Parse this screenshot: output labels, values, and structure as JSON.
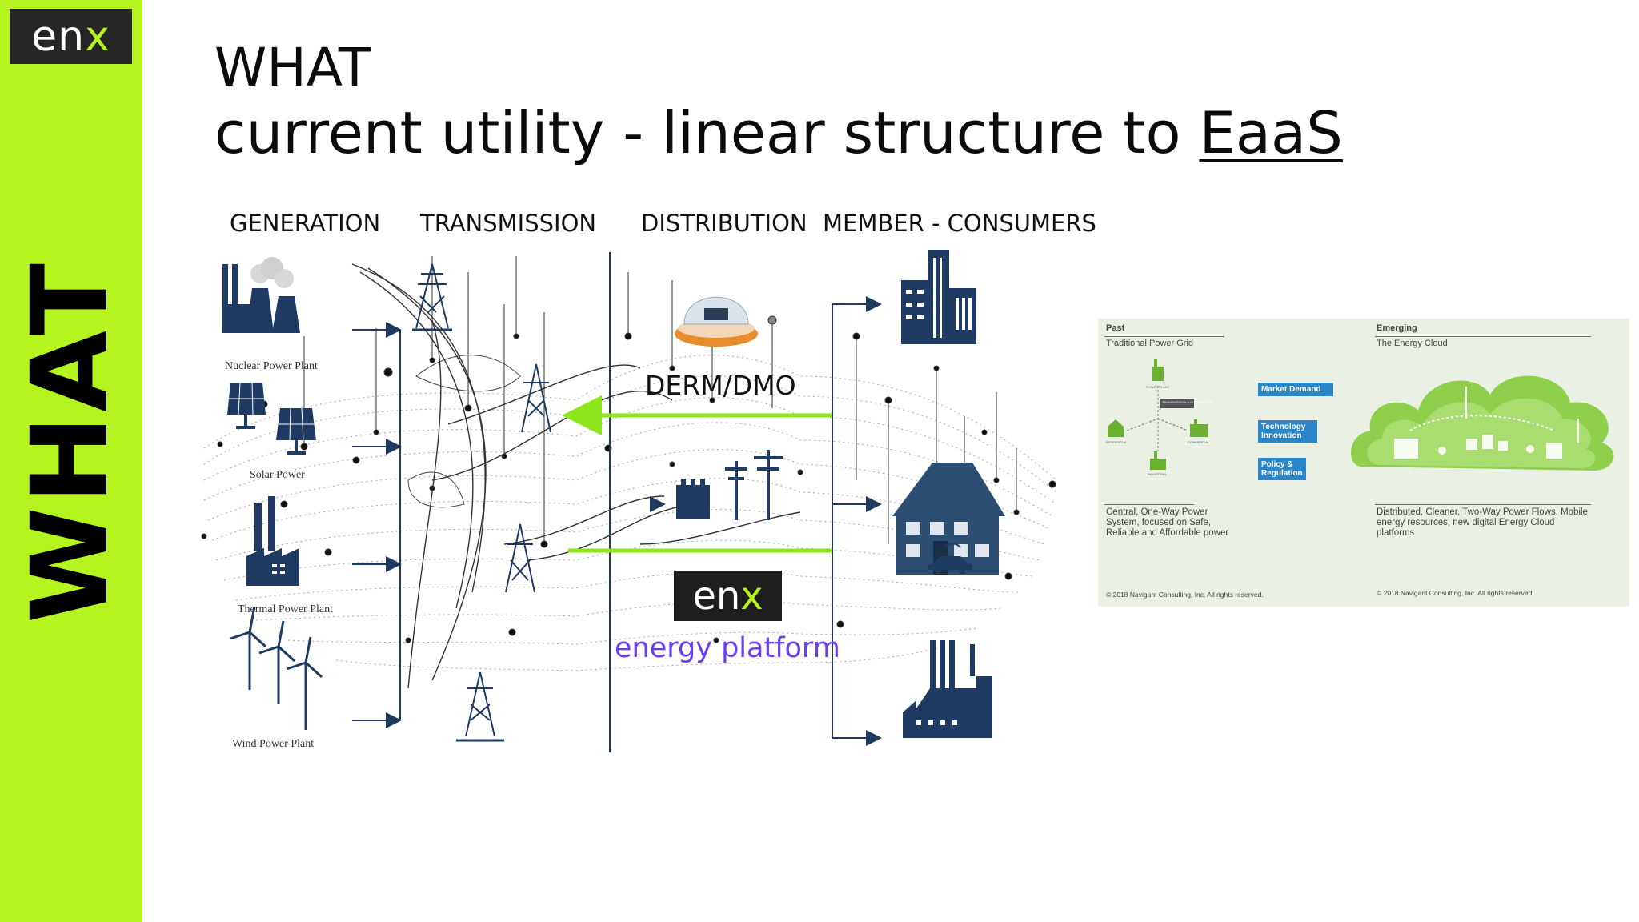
{
  "sidebar": {
    "logo_main": "en",
    "logo_x": "x",
    "vertical_text": "WHAT",
    "accent_color": "#b5f41e"
  },
  "title": {
    "line1": "WHAT",
    "line2_prefix": "current utility - linear structure to ",
    "line2_underlined": "EaaS"
  },
  "columns": [
    "GENERATION",
    "TRANSMISSION",
    "DISTRIBUTION",
    "MEMBER - CONSUMERS"
  ],
  "generation_captions": [
    "Nuclear Power Plant",
    "Solar Power",
    "Thermal Power Plant",
    "Wind Power Plant"
  ],
  "diagram": {
    "derm_label": "DERM/DMO",
    "platform_logo_main": "en",
    "platform_logo_x": "x",
    "platform_label": "energy platform"
  },
  "icons": [
    "nuclear-plant-icon",
    "solar-panel-icon",
    "thermal-plant-icon",
    "wind-turbine-icon",
    "transmission-tower-icon",
    "control-room-icon",
    "transformer-icon",
    "utility-pole-icon",
    "office-building-icon",
    "house-icon",
    "electric-car-icon",
    "factory-icon"
  ],
  "panel": {
    "past_heading": "Past",
    "past_subheading": "Traditional Power Grid",
    "past_nodes": [
      "POWER PLANT",
      "TRANSMISSION & DISTRIBUTION",
      "RESIDENTIAL",
      "COMMERCIAL",
      "INDUSTRIAL"
    ],
    "drivers": [
      "Market Demand",
      "Technology Innovation",
      "Policy & Regulation"
    ],
    "emerging_heading": "Emerging",
    "emerging_subheading": "The Energy Cloud",
    "past_description": "Central, One-Way Power System, focused on Safe, Reliable and Affordable power",
    "emerging_description": "Distributed, Cleaner, Two-Way Power Flows, Mobile energy resources, new digital Energy Cloud platforms",
    "copyright_left": "© 2018 Navigant Consulting, Inc. All rights reserved.",
    "copyright_right": "© 2018 Navigant Consulting, Inc. All rights reserved."
  }
}
